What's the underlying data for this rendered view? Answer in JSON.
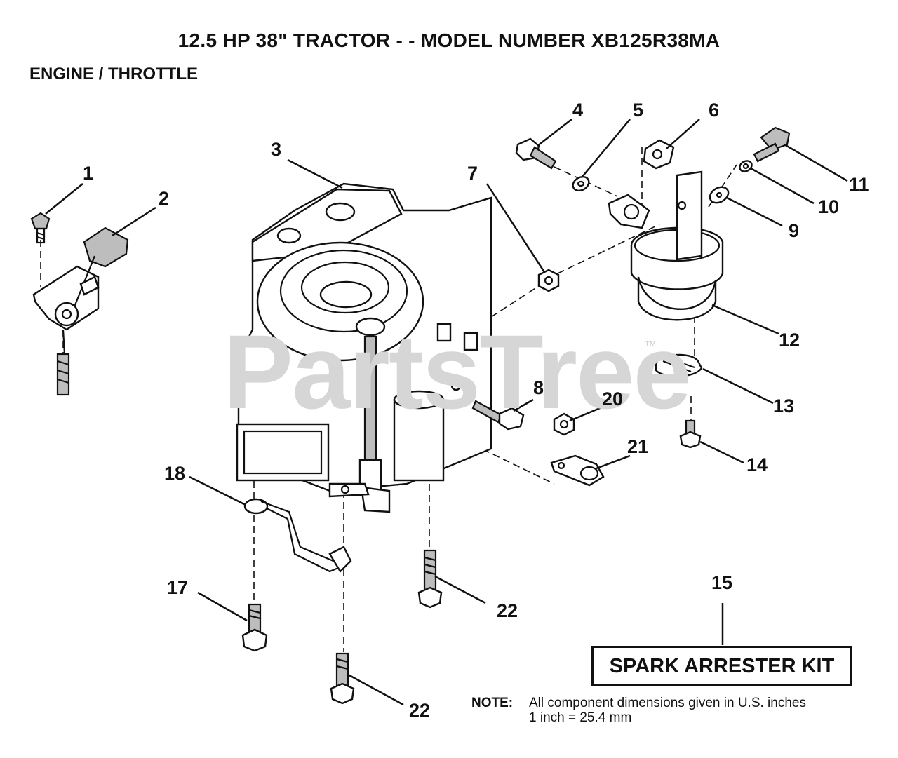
{
  "title": "12.5 HP 38\" TRACTOR - - MODEL NUMBER XB125R38MA",
  "section": "ENGINE / THROTTLE",
  "watermark": "PartsTree",
  "watermark_tm": "™",
  "callouts": [
    "1",
    "2",
    "3",
    "4",
    "5",
    "6",
    "7",
    "8",
    "9",
    "10",
    "11",
    "12",
    "13",
    "14",
    "15",
    "17",
    "18",
    "20",
    "21",
    "22",
    "22"
  ],
  "kit_label": "SPARK ARRESTER KIT",
  "note": {
    "label": "NOTE:",
    "line1": "All component dimensions given in U.S. inches",
    "line2": "1 inch = 25.4 mm"
  }
}
